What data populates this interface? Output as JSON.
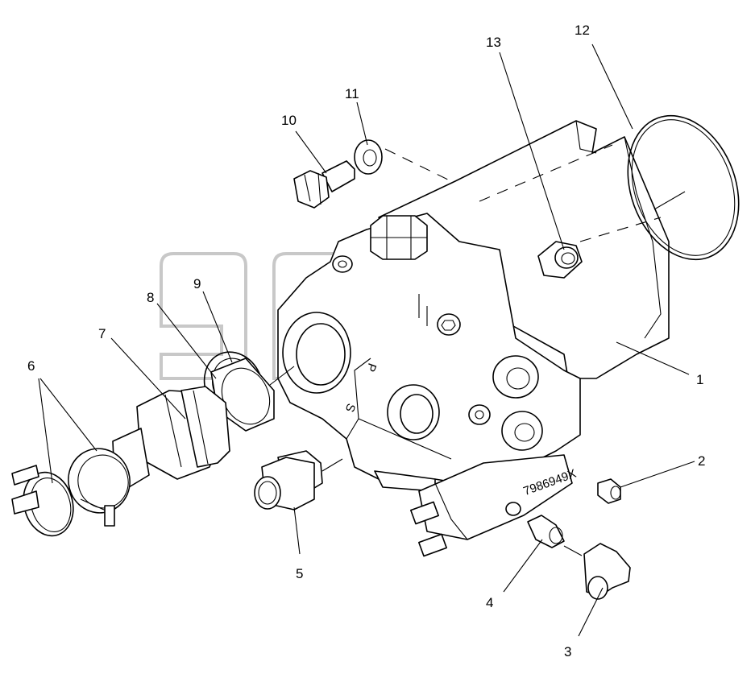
{
  "diagram": {
    "watermark_text": "агп",
    "stamp_text": "7986949X",
    "port_marks": [
      "P",
      "S"
    ],
    "callouts": [
      {
        "id": "1",
        "label": "1"
      },
      {
        "id": "2",
        "label": "2"
      },
      {
        "id": "3",
        "label": "3"
      },
      {
        "id": "4",
        "label": "4"
      },
      {
        "id": "5",
        "label": "5"
      },
      {
        "id": "6",
        "label": "6"
      },
      {
        "id": "7",
        "label": "7"
      },
      {
        "id": "8",
        "label": "8"
      },
      {
        "id": "9",
        "label": "9"
      },
      {
        "id": "10",
        "label": "10"
      },
      {
        "id": "11",
        "label": "11"
      },
      {
        "id": "12",
        "label": "12"
      },
      {
        "id": "13",
        "label": "13"
      }
    ]
  }
}
